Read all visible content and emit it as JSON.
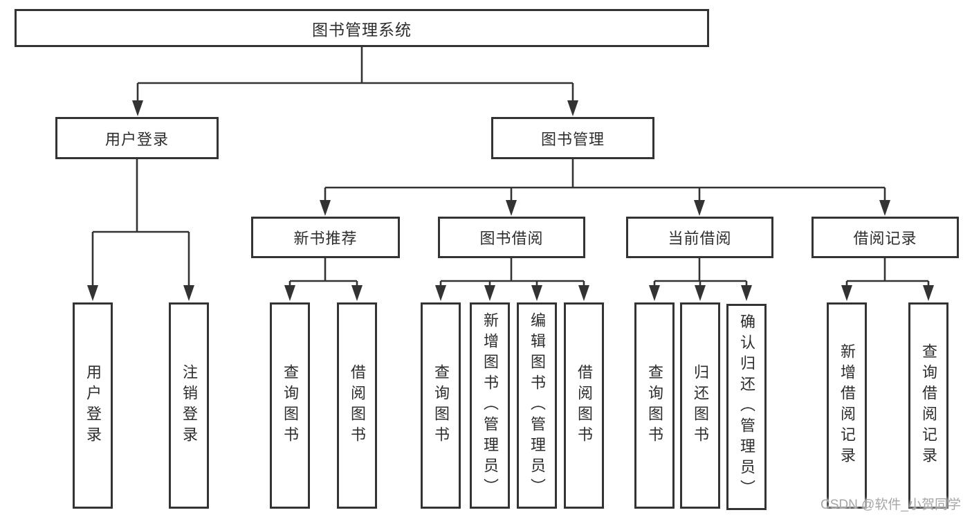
{
  "tree": {
    "label": "图书管理系统",
    "children": [
      {
        "label": "用户登录",
        "children": [
          {
            "label": "用户登录"
          },
          {
            "label": "注销登录"
          }
        ]
      },
      {
        "label": "图书管理",
        "children": [
          {
            "label": "新书推荐",
            "children": [
              {
                "label": "查询图书"
              },
              {
                "label": "借阅图书"
              }
            ]
          },
          {
            "label": "图书借阅",
            "children": [
              {
                "label": "查询图书"
              },
              {
                "label": "新增图书（管理员）"
              },
              {
                "label": "编辑图书（管理员）"
              },
              {
                "label": "借阅图书"
              }
            ]
          },
          {
            "label": "当前借阅",
            "children": [
              {
                "label": "查询图书"
              },
              {
                "label": "归还图书"
              },
              {
                "label": "确认归还（管理员）"
              }
            ]
          },
          {
            "label": "借阅记录",
            "children": [
              {
                "label": "新增借阅记录"
              },
              {
                "label": "查询借阅记录"
              }
            ]
          }
        ]
      }
    ]
  },
  "watermark": {
    "text": "CSDN @软件_小贺同学"
  },
  "colors": {
    "line": "#333333",
    "text": "#2d2d2d",
    "box_background": "#ffffff",
    "watermark": "#a6a6a6"
  }
}
